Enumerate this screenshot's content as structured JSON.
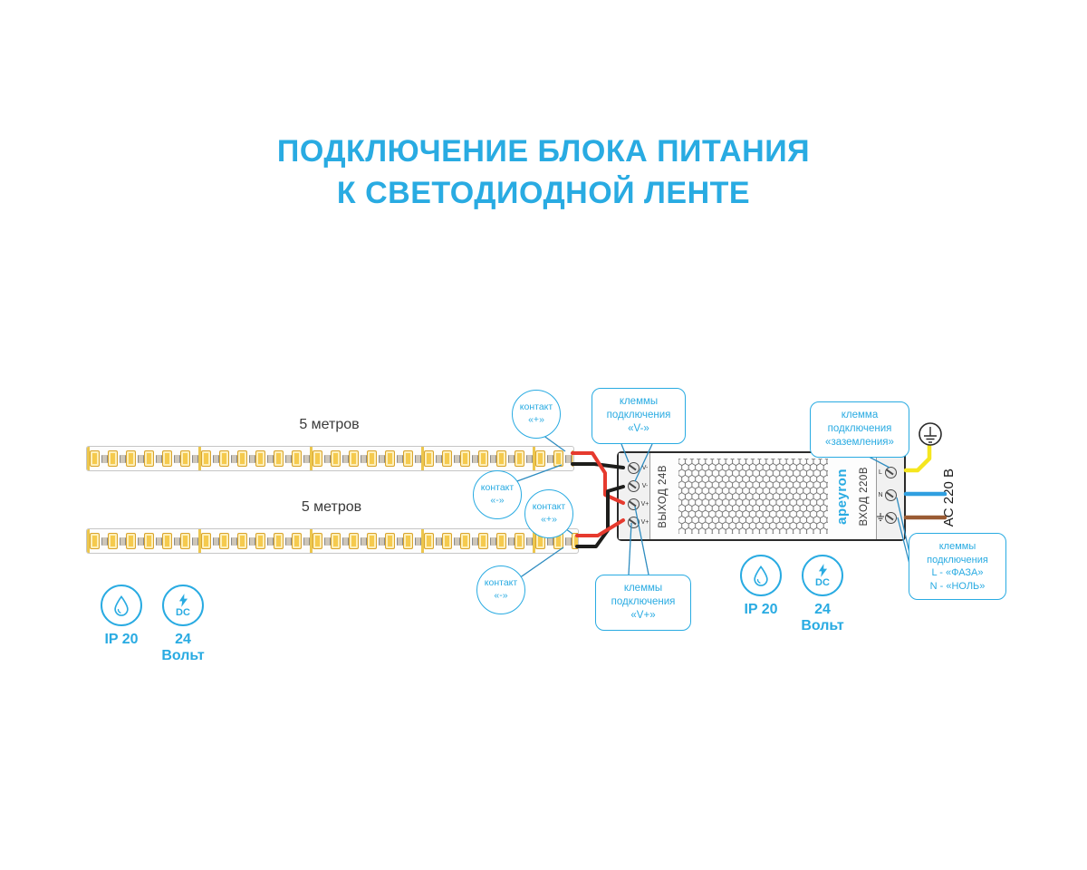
{
  "title": {
    "line1": "ПОДКЛЮЧЕНИЕ БЛОКА ПИТАНИЯ",
    "line2": "К СВЕТОДИОДНОЙ ЛЕНТЕ"
  },
  "strips": {
    "length_label": "5 метров"
  },
  "callouts": {
    "contact_plus": {
      "lines": [
        "контакт",
        "«+»"
      ]
    },
    "contact_minus": {
      "lines": [
        "контакт",
        "«-»"
      ]
    },
    "v_minus": {
      "lines": [
        "клеммы",
        "подключения",
        "«V-»"
      ]
    },
    "v_plus": {
      "lines": [
        "клеммы",
        "подключения",
        "«V+»"
      ]
    },
    "ground": {
      "lines": [
        "клемма",
        "подключения",
        "«заземления»"
      ]
    },
    "mains": {
      "lines": [
        "клеммы",
        "подключения",
        "L - «ФАЗА»",
        "N - «НОЛЬ»"
      ]
    }
  },
  "psu": {
    "brand": "apeyron",
    "output_label": "ВЫХОД 24В",
    "input_label": "ВХОД 220В",
    "output_terminals": [
      "V-",
      "V-",
      "V+",
      "V+"
    ],
    "input_terminals": [
      "L",
      "N"
    ]
  },
  "ac_label": "AC 220 В",
  "badges": {
    "ip_label": "IP 20",
    "dc_text": "DC",
    "volts_line1": "24",
    "volts_line2": "Вольт"
  },
  "colors": {
    "accent": "#29abe2",
    "wire_red": "#e63a2e",
    "wire_black": "#1d1d1b",
    "wire_yellow": "#f5e61f",
    "wire_blue": "#2f9fe0",
    "wire_brown": "#9a5b33",
    "led_gold": "#f2c84e"
  }
}
